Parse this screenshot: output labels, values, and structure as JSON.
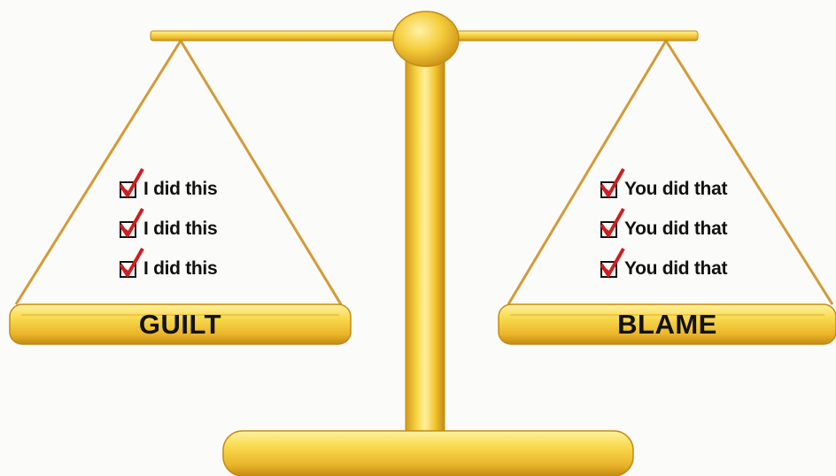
{
  "left_pan": {
    "label": "GUILT",
    "items": [
      "I did this",
      "I did this",
      "I did this"
    ]
  },
  "right_pan": {
    "label": "BLAME",
    "items": [
      "You did that",
      "You did that",
      "You did that"
    ]
  },
  "colors": {
    "gold_light": "#f8da4e",
    "gold_mid": "#f0c02a",
    "gold_dark": "#c48a12",
    "string": "#d49a36",
    "check": "#cc1f1f"
  },
  "icons": [
    "checkbox-icon",
    "checkmark-icon"
  ]
}
